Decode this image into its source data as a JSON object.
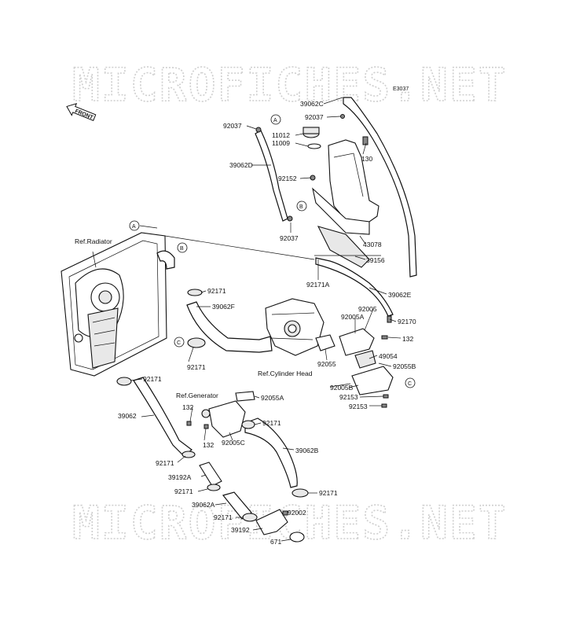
{
  "watermark": "MICROFICHES.NET",
  "diagram_code": "E3037",
  "front_label": "FRONT",
  "refs": {
    "radiator": "Ref.Radiator",
    "generator": "Ref.Generator",
    "cylinder_head": "Ref.Cylinder Head"
  },
  "markers": {
    "a": "A",
    "b": "B",
    "c": "C"
  },
  "parts": {
    "p39062c": "39062C",
    "p92037_top": "92037",
    "p92037_left": "92037",
    "p11012": "11012",
    "p11009": "11009",
    "p130": "130",
    "p39062d": "39062D",
    "p92152": "92152",
    "p92037_bot": "92037",
    "p43078": "43078",
    "p39156": "39156",
    "p92171a": "92171A",
    "p39062e": "39062E",
    "p92171_r1": "92171",
    "p39062f": "39062F",
    "p92171_r2": "92171",
    "p92005": "92005",
    "p92005a": "92005A",
    "p92170": "92170",
    "p132_r": "132",
    "p92055": "92055",
    "p49054": "49054",
    "p92055b": "92055B",
    "p92005b": "92005B",
    "p92153_1": "92153",
    "p92153_2": "92153",
    "p92171_l": "92171",
    "p39062": "39062",
    "p92055a": "92055A",
    "p132_a": "132",
    "p132_b": "132",
    "p92005c": "92005C",
    "p92171_m": "92171",
    "p39062b": "39062B",
    "p92171_l2": "92171",
    "p39192a": "39192A",
    "p92171_l3": "92171",
    "p39062a": "39062A",
    "p92171_r3": "92171",
    "p92171_m2": "92171",
    "p92002": "92002",
    "p39192": "39192",
    "p671": "671"
  }
}
